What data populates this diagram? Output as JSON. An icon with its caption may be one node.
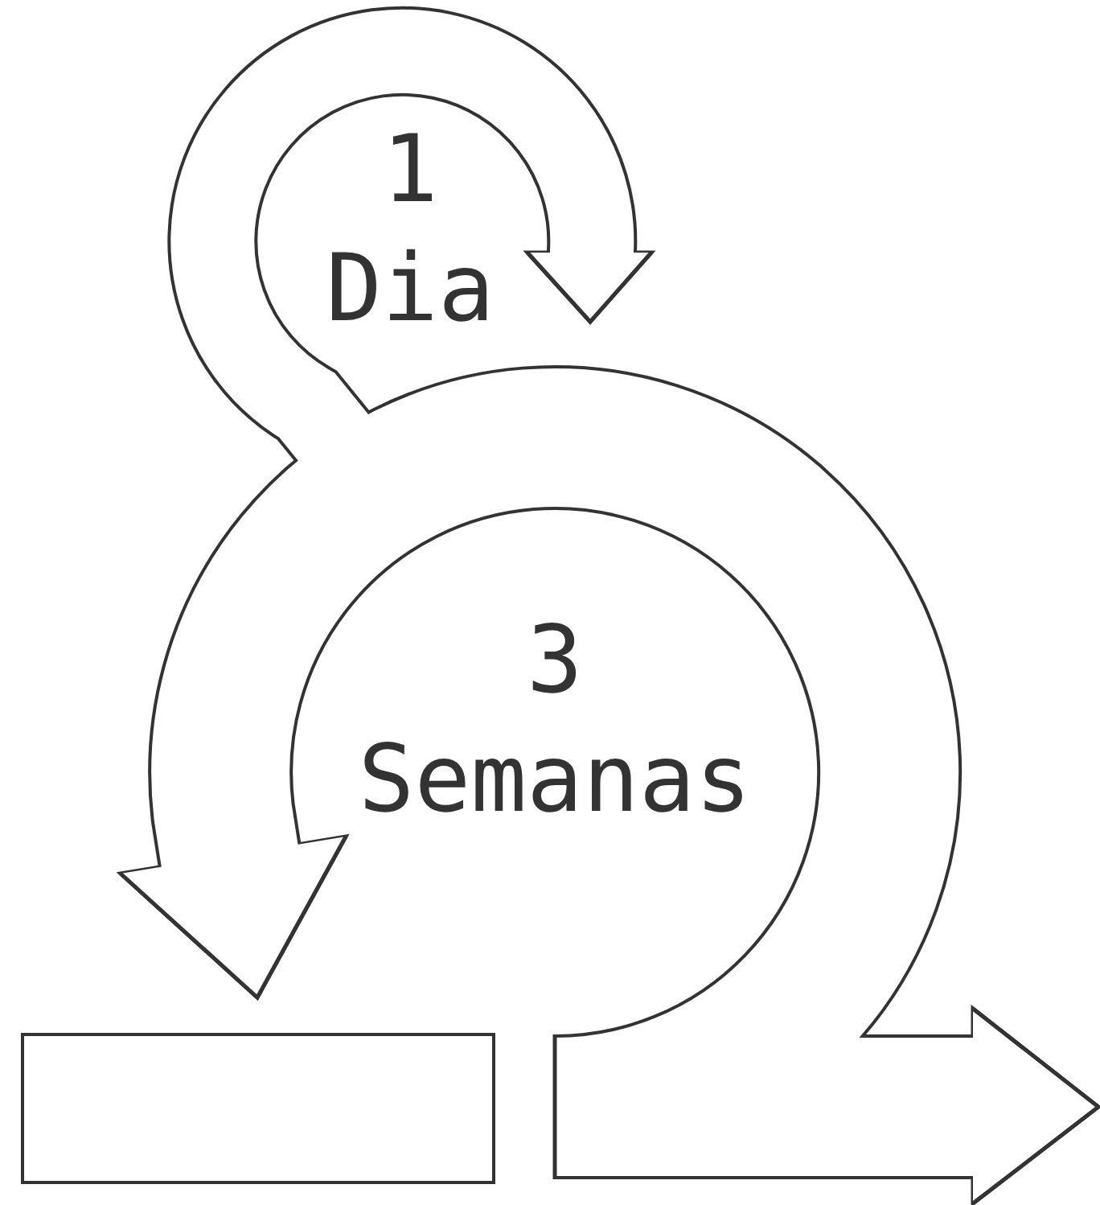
{
  "diagram": {
    "nodes": [
      {
        "text": [],
        "shape": "box"
      }
    ],
    "labels": [
      "1 Dia",
      "3 Semanas"
    ]
  }
}
